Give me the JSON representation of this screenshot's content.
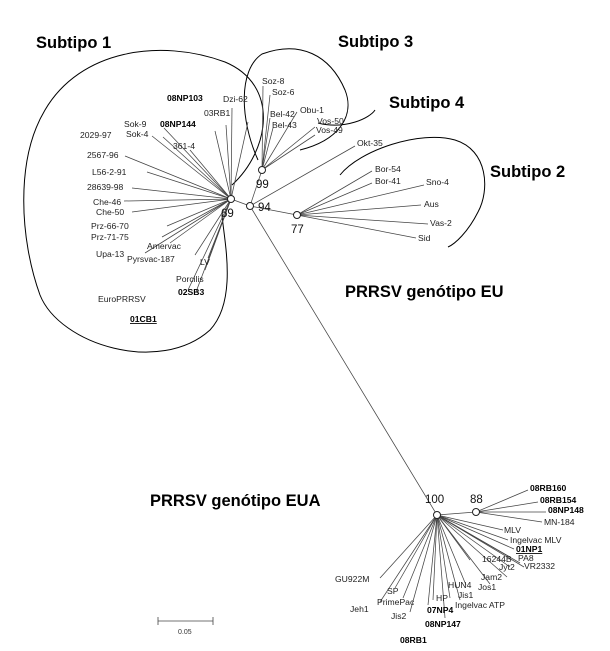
{
  "groups": {
    "subtipo1": "Subtipo 1",
    "subtipo2": "Subtipo 2",
    "subtipo3": "Subtipo 3",
    "subtipo4": "Subtipo 4",
    "eu": "PRRSV genótipo EU",
    "eua": "PRRSV genótipo EUA"
  },
  "bootstrap": {
    "b69": "69",
    "b94": "94",
    "b99": "99",
    "b77": "77",
    "b100": "100",
    "b88": "88"
  },
  "scale_label": "0.05",
  "leaves": {
    "dzi62": "Dzi-62",
    "np103": "08NP103",
    "rb1_03": "03RB1",
    "np144": "08NP144",
    "sok9": "Sok-9",
    "sok4": "Sok-4",
    "s3614": "361-4",
    "s202997": "2029-97",
    "s256796": "2567-96",
    "l56": "L56-2-91",
    "s2863998": "28639-98",
    "che46": "Che-46",
    "che50": "Che-50",
    "prz6670": "Prz-66-70",
    "prz7175": "Prz-71-75",
    "upa13": "Upa-13",
    "amervac": "Amervac",
    "pyrsvac": "Pyrsvac-187",
    "lv": "LV",
    "porcilis": "Porcilis",
    "sb3": "02SB3",
    "europrrsv": "EuroPRRSV",
    "cb1": "01CB1",
    "soz8": "Soz-8",
    "soz6": "Soz-6",
    "bel42": "Bel-42",
    "bel43": "Bel-43",
    "obu1": "Obu-1",
    "vos50": "Vos-50",
    "vos49": "Vos-49",
    "okt35": "Okt-35",
    "bor54": "Bor-54",
    "bor41": "Bor-41",
    "sno4": "Sno-4",
    "aus": "Aus",
    "vas2": "Vas-2",
    "sid": "Sid",
    "rb160": "08RB160",
    "rb154": "08RB154",
    "np148": "08NP148",
    "mn184": "MN-184",
    "mlv": "MLV",
    "ingelvac_mlv": "Ingelvac MLV",
    "np1": "01NP1",
    "p16244b": "16244B",
    "pa8": "PA8",
    "jyt2": "Jyt2",
    "vr2332": "VR2332",
    "jam2": "Jam2",
    "jos1": "Jos1",
    "hun4": "HUN4",
    "jis1": "Jis1",
    "ingelvac_atp": "Ingelvac ATP",
    "gu922m": "GU922M",
    "sp": "SP",
    "primepac": "PrimePac",
    "jeh1": "Jeh1",
    "jis2": "Jis2",
    "hp": "HP",
    "np4": "07NP4",
    "np147": "08NP147",
    "rb1_08": "08RB1"
  }
}
